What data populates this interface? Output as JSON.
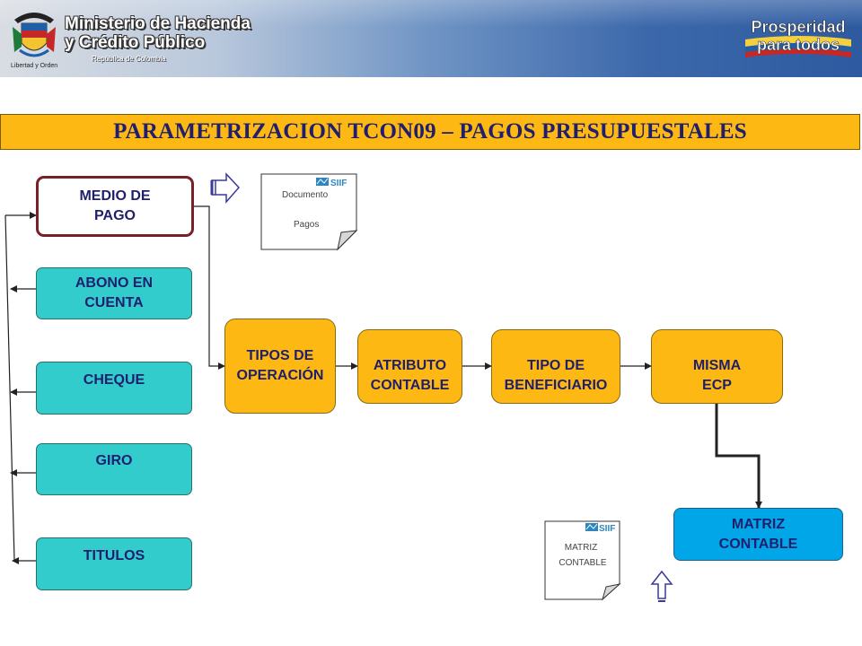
{
  "header": {
    "ministry_line1": "Ministerio de Hacienda",
    "ministry_line2": "y Crédito Público",
    "republic": "República de Colombia",
    "motto": "Libertad y Orden",
    "prosperity_line1": "Prosperidad",
    "prosperity_line2": "para todos"
  },
  "title": "PARAMETRIZACION TCON09 – PAGOS PRESUPUESTALES",
  "nodes": {
    "medio_pago": "MEDIO DE\nPAGO",
    "abono_cuenta": "ABONO EN\nCUENTA",
    "cheque": "CHEQUE",
    "giro": "GIRO",
    "titulos": "TITULOS",
    "tipos_operacion": "TIPOS DE\nOPERACIÓN",
    "atributo_contable": "ATRIBUTO\nCONTABLE",
    "tipo_beneficiario": "TIPO DE\nBENEFICIARIO",
    "misma_ecp": "MISMA\nECP",
    "matriz_contable": "MATRIZ\nCONTABLE"
  },
  "documents": {
    "doc1_line1": "Documento",
    "doc1_line2": "Pagos",
    "doc2_line1": "MATRIZ",
    "doc2_line2": "CONTABLE",
    "logo": "SIIF"
  },
  "colors": {
    "teal": "#33cccc",
    "orange": "#fdb813",
    "blue": "#00a6e8",
    "navy_text": "#1f1f6e",
    "medio_border": "#7a1f2a"
  }
}
